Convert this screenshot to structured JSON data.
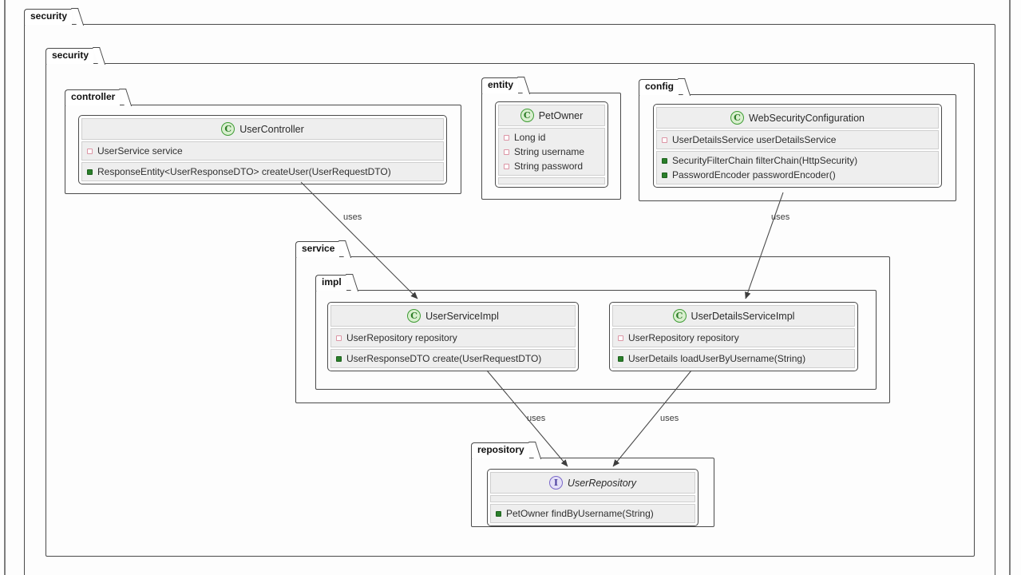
{
  "packages": {
    "outer_security": {
      "label": "security"
    },
    "inner_security": {
      "label": "security"
    },
    "controller": {
      "label": "controller"
    },
    "entity": {
      "label": "entity"
    },
    "config": {
      "label": "config"
    },
    "service": {
      "label": "service"
    },
    "impl": {
      "label": "impl"
    },
    "repository": {
      "label": "repository"
    }
  },
  "classes": {
    "user_controller": {
      "kind": "C",
      "name": "UserController",
      "fields": [
        "UserService service"
      ],
      "methods": [
        "ResponseEntity<UserResponseDTO> createUser(UserRequestDTO)"
      ]
    },
    "pet_owner": {
      "kind": "C",
      "name": "PetOwner",
      "fields": [
        "Long id",
        "String username",
        "String password"
      ],
      "methods": []
    },
    "web_security_configuration": {
      "kind": "C",
      "name": "WebSecurityConfiguration",
      "fields": [
        "UserDetailsService userDetailsService"
      ],
      "methods": [
        "SecurityFilterChain filterChain(HttpSecurity)",
        "PasswordEncoder passwordEncoder()"
      ]
    },
    "user_service_impl": {
      "kind": "C",
      "name": "UserServiceImpl",
      "fields": [
        "UserRepository repository"
      ],
      "methods": [
        "UserResponseDTO create(UserRequestDTO)"
      ]
    },
    "user_details_service_impl": {
      "kind": "C",
      "name": "UserDetailsServiceImpl",
      "fields": [
        "UserRepository repository"
      ],
      "methods": [
        "UserDetails loadUserByUsername(String)"
      ]
    },
    "user_repository": {
      "kind": "I",
      "name": "UserRepository",
      "fields": [],
      "methods": [
        "PetOwner findByUsername(String)"
      ]
    }
  },
  "edges": [
    {
      "from": "UserController",
      "to": "UserServiceImpl",
      "label": "uses"
    },
    {
      "from": "WebSecurityConfiguration",
      "to": "UserDetailsServiceImpl",
      "label": "uses"
    },
    {
      "from": "UserServiceImpl",
      "to": "UserRepository",
      "label": "uses"
    },
    {
      "from": "UserDetailsServiceImpl",
      "to": "UserRepository",
      "label": "uses"
    }
  ],
  "colors": {
    "class_icon_fill": "#d9efcf",
    "class_icon_border": "#3f9c35",
    "interface_icon_fill": "#e4e0f7",
    "interface_icon_border": "#7a68c9",
    "field_icon_border": "#dc95a5",
    "method_icon_fill": "#2a7f2a",
    "line_color": "#4a4a4a"
  }
}
